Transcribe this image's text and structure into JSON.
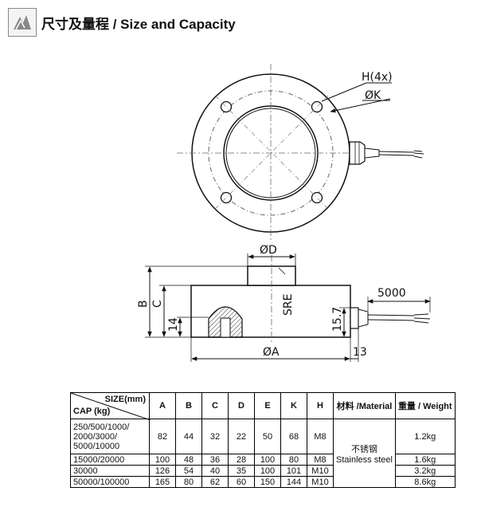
{
  "header": {
    "title": "尺寸及量程 / Size and Capacity"
  },
  "drawing": {
    "label_h4x": "H(4x)",
    "label_k": "ØK",
    "label_d": "ØD",
    "label_a": "ØA",
    "label_b": "B",
    "label_c": "C",
    "label_14": "14",
    "label_sre": "SRE",
    "label_157": "15.7",
    "label_13": "13",
    "label_5000": "5000"
  },
  "table": {
    "size_header": "SIZE(mm)",
    "cap_header": "CAP (kg)",
    "columns": [
      "A",
      "B",
      "C",
      "D",
      "E",
      "K",
      "H"
    ],
    "material_header": "材料 /Material",
    "weight_header": "重量 / Weight",
    "material_cn": "不锈钢",
    "material_en": "Stainless steel",
    "rows": [
      {
        "cap": "250/500/1000/\n2000/3000/\n5000/10000",
        "values": [
          "82",
          "44",
          "32",
          "22",
          "50",
          "68",
          "M8"
        ],
        "weight": "1.2kg"
      },
      {
        "cap": "15000/20000",
        "values": [
          "100",
          "48",
          "36",
          "28",
          "100",
          "80",
          "M8"
        ],
        "weight": "1.6kg"
      },
      {
        "cap": "30000",
        "values": [
          "126",
          "54",
          "40",
          "35",
          "100",
          "101",
          "M10"
        ],
        "weight": "3.2kg"
      },
      {
        "cap": "50000/100000",
        "values": [
          "165",
          "80",
          "62",
          "60",
          "150",
          "144",
          "M10"
        ],
        "weight": "8.6kg"
      }
    ]
  }
}
